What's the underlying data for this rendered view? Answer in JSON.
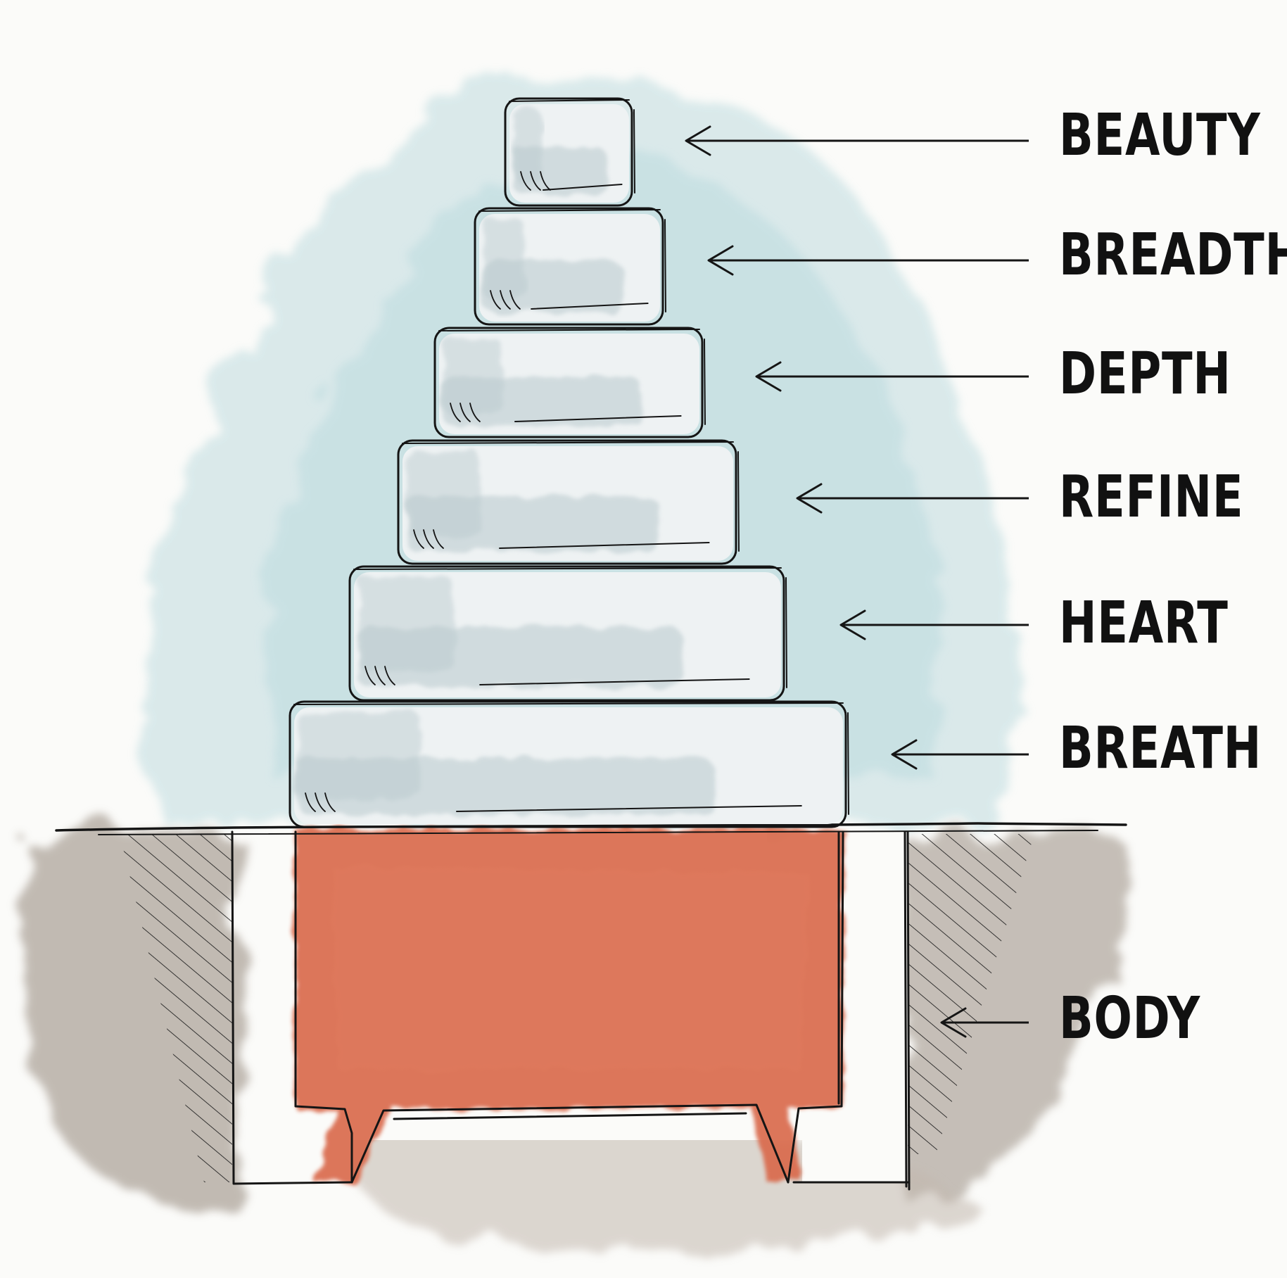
{
  "colors": {
    "background": "#fbfbf9",
    "sky_wash": "#cfe4e6",
    "stone_fill": "#eef2f3",
    "stone_shadow": "#b9c9cd",
    "ground": "#b3aaa1",
    "foundation": "#d9674a",
    "ink": "#151515"
  },
  "layers": [
    {
      "id": "beauty",
      "label": "BEAUTY"
    },
    {
      "id": "breadth",
      "label": "BREADTH"
    },
    {
      "id": "depth",
      "label": "DEPTH"
    },
    {
      "id": "refine",
      "label": "REFINE"
    },
    {
      "id": "heart",
      "label": "HEART"
    },
    {
      "id": "breath",
      "label": "BREATH"
    }
  ],
  "foundation": {
    "id": "body",
    "label": "BODY"
  }
}
